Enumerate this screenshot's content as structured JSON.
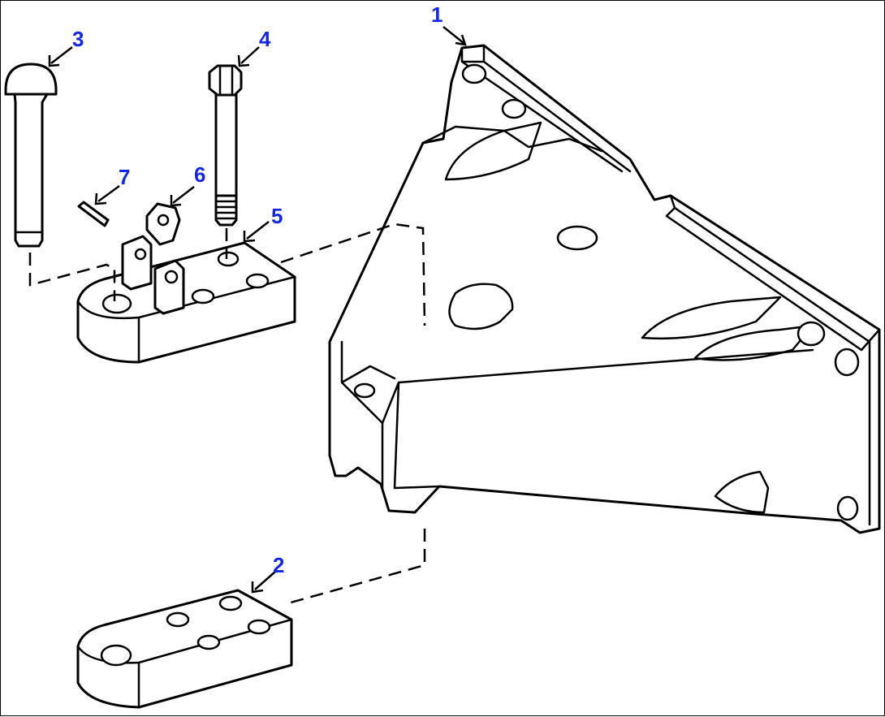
{
  "callouts": {
    "c1": "1",
    "c2": "2",
    "c3": "3",
    "c4": "4",
    "c5": "5",
    "c6": "6",
    "c7": "7"
  },
  "colors": {
    "callout": "#1428e0",
    "line": "#000000",
    "background": "#ffffff"
  }
}
